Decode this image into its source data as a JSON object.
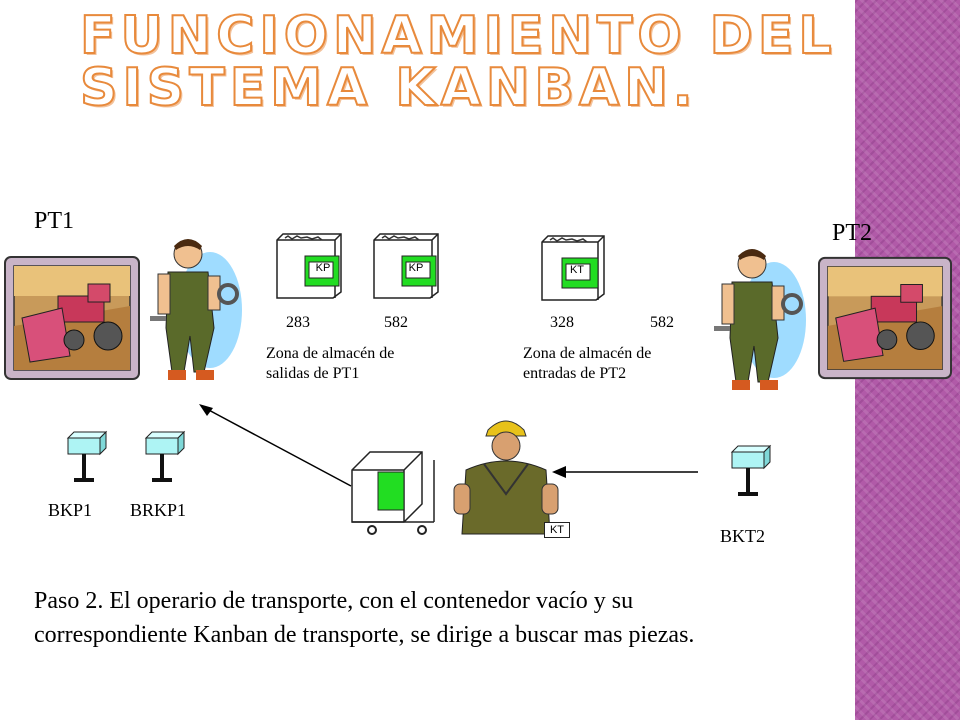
{
  "title": {
    "line1": "Funcionamiento del",
    "line2": "Sistema kanban."
  },
  "stations": {
    "pt1": "PT1",
    "pt2": "PT2"
  },
  "kanban_tags": {
    "kp1": "KP",
    "kp2": "KP",
    "kt_box": "KT",
    "kt_carried": "KT"
  },
  "quantities": {
    "out_a": "283",
    "out_b": "582",
    "in_a": "328",
    "in_b": "582"
  },
  "zones": {
    "output_line1": "Zona de almacén de",
    "output_line2": "salidas de PT1",
    "input_line1": "Zona de almacén de",
    "input_line2": "entradas de PT2"
  },
  "boards": {
    "bkp1": "BKP1",
    "brkp1": "BRKP1",
    "bkt2": "BKT2"
  },
  "caption": {
    "line1": "Paso 2. El operario de transporte, con el contenedor vacío y su",
    "line2": "correspondiente Kanban de transporte, se dirige a buscar mas piezas."
  },
  "colors": {
    "accent_title": "#e88a3c",
    "sidebar": "#b15aa8",
    "container": "#22dd22",
    "board": "#aef4f4"
  }
}
